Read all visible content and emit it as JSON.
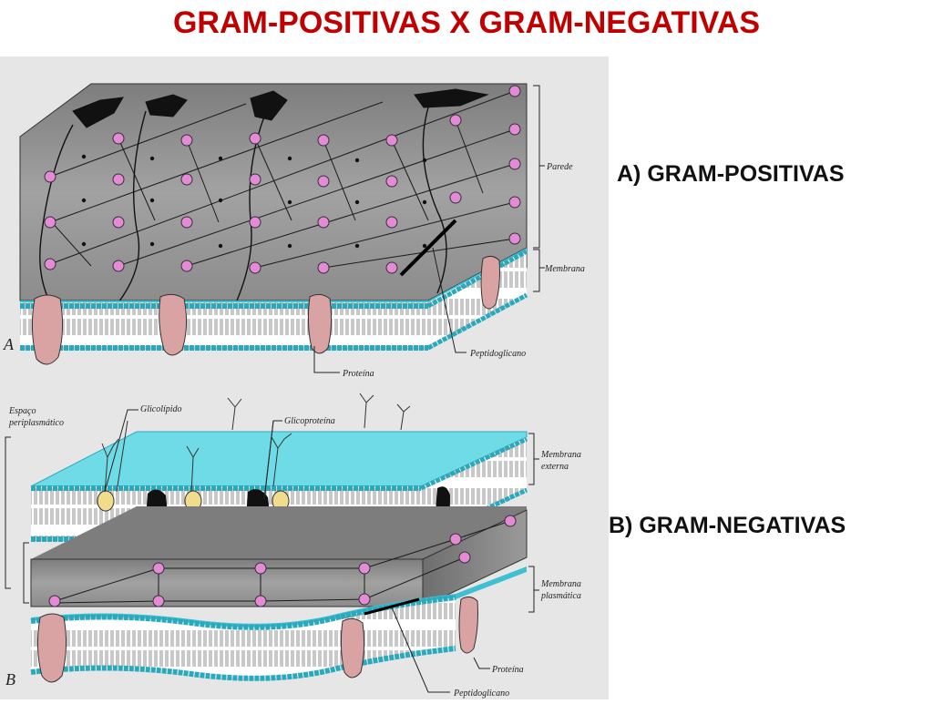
{
  "title": "GRAM-POSITIVAS X GRAM-NEGATIVAS",
  "labels": {
    "gram_positive": "A) GRAM-POSITIVAS",
    "gram_negative": "B) GRAM-NEGATIVAS"
  },
  "figure_a": {
    "panel_letter": "A",
    "parede": "Parede",
    "membrana": "Membrana",
    "peptidoglicano": "Peptidoglicano",
    "proteina": "Proteína"
  },
  "figure_b": {
    "panel_letter": "B",
    "espaco_line1": "Espaço",
    "espaco_line2": "periplasmático",
    "glicolipido": "Glicolípido",
    "glicoproteina": "Glicoproteína",
    "membrana_externa_line1": "Membrana",
    "membrana_externa_line2": "externa",
    "membrana_plasmatica_line1": "Membrana",
    "membrana_plasmatica_line2": "plasmática",
    "proteina": "Proteína",
    "peptidoglicano": "Peptidoglicano"
  },
  "colors": {
    "title": "#c00000",
    "membrane_cyan": "#3fc0d0",
    "outer_membrane_top": "#6fdbe6",
    "wall_gray": "#8a8a8a",
    "protein_pink": "#d9a3a3",
    "node_pink": "#e58ad6"
  }
}
